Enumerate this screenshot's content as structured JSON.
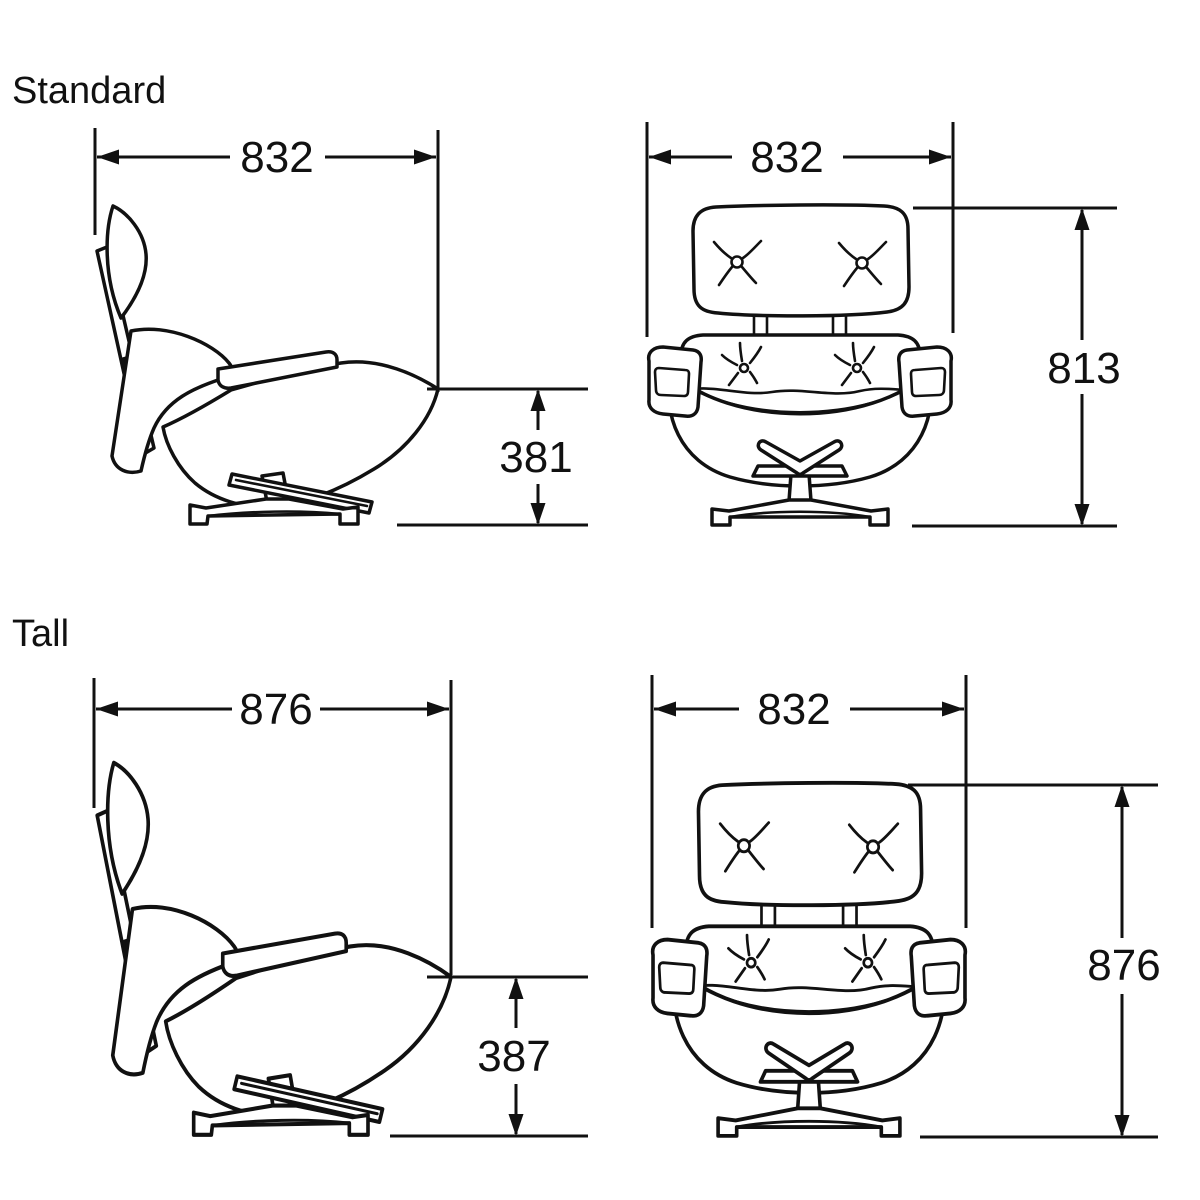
{
  "colors": {
    "background": "#ffffff",
    "line": "#111111"
  },
  "sections": [
    {
      "label": "Standard",
      "side_view": {
        "width": "832",
        "seat_height": "381"
      },
      "front_view": {
        "width": "832",
        "overall_height": "813"
      }
    },
    {
      "label": "Tall",
      "side_view": {
        "width": "876",
        "seat_height": "387"
      },
      "front_view": {
        "width": "832",
        "overall_height": "876"
      }
    }
  ]
}
